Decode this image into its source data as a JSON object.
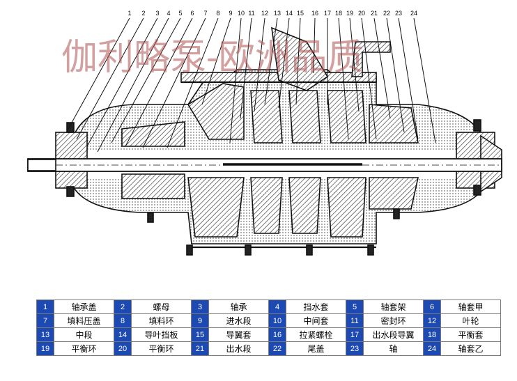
{
  "watermark": "伽利略泵-欧洲品质",
  "colors": {
    "legend_number_bg": "#1c49b2",
    "watermark": "#b05050"
  },
  "callouts": [
    "1",
    "2",
    "3",
    "4",
    "5",
    "6",
    "7",
    "8",
    "9",
    "10",
    "11",
    "12",
    "13",
    "14",
    "15",
    "16",
    "17",
    "18",
    "19",
    "20",
    "21",
    "22",
    "23",
    "24"
  ],
  "legend": [
    [
      {
        "num": "1",
        "name": "轴承盖"
      },
      {
        "num": "2",
        "name": "螺母"
      },
      {
        "num": "3",
        "name": "轴承"
      },
      {
        "num": "4",
        "name": "挡水套"
      },
      {
        "num": "5",
        "name": "轴套架"
      },
      {
        "num": "6",
        "name": "轴套甲"
      }
    ],
    [
      {
        "num": "7",
        "name": "填料压盖"
      },
      {
        "num": "8",
        "name": "填料环"
      },
      {
        "num": "9",
        "name": "进水段"
      },
      {
        "num": "10",
        "name": "中间套"
      },
      {
        "num": "11",
        "name": "密封环"
      },
      {
        "num": "12",
        "name": "叶轮"
      }
    ],
    [
      {
        "num": "13",
        "name": "中段"
      },
      {
        "num": "14",
        "name": "导叶挡板"
      },
      {
        "num": "15",
        "name": "导翼套"
      },
      {
        "num": "16",
        "name": "拉紧螺栓"
      },
      {
        "num": "17",
        "name": "出水段导翼"
      },
      {
        "num": "18",
        "name": "平衡套"
      }
    ],
    [
      {
        "num": "19",
        "name": "平衡环"
      },
      {
        "num": "20",
        "name": "平衡环"
      },
      {
        "num": "21",
        "name": "出水段"
      },
      {
        "num": "22",
        "name": "尾盖"
      },
      {
        "num": "23",
        "name": "轴"
      },
      {
        "num": "24",
        "name": "轴套乙"
      }
    ]
  ]
}
